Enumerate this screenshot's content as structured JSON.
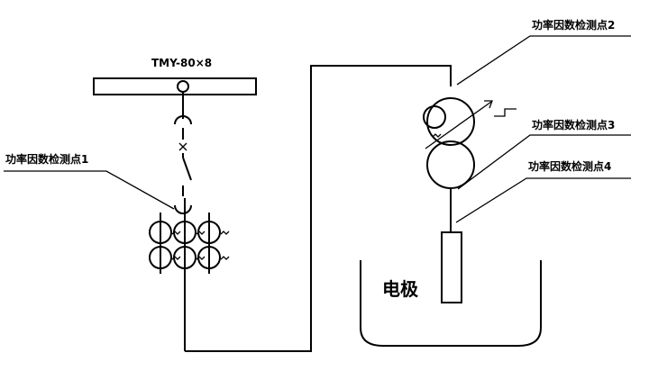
{
  "busbar": {
    "label": "TMY-80×8"
  },
  "points": {
    "p1": "功率因数检测点1",
    "p2": "功率因数检测点2",
    "p3": "功率因数检测点3",
    "p4": "功率因数检测点4"
  },
  "electrode": {
    "label": "电极"
  }
}
